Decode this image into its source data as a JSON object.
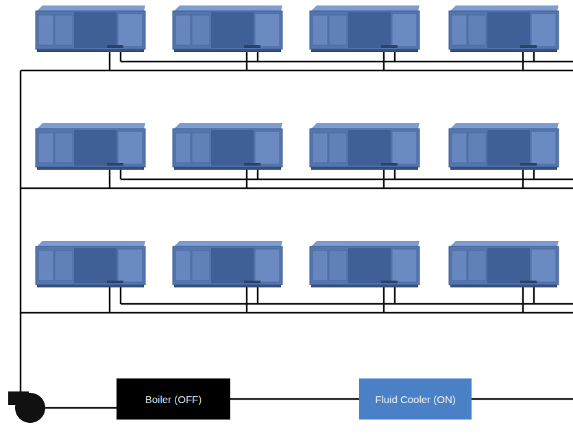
{
  "diagram": {
    "nodes": [
      {
        "text": [
          "Boiler (OFF)"
        ]
      },
      {
        "text": [
          "Fluid Cooler (ON)"
        ]
      }
    ],
    "edges": [
      {
        "from": 0,
        "to": 1,
        "arrow": "none"
      }
    ]
  }
}
